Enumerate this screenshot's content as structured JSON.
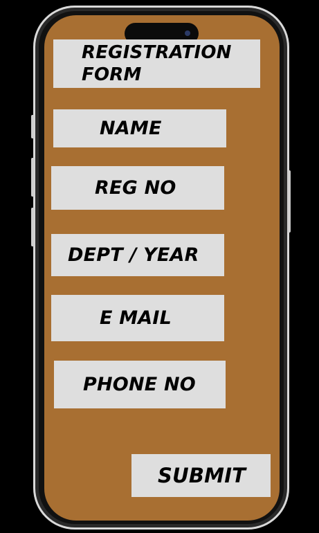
{
  "form": {
    "title": "REGISTRATION\nFORM",
    "fields": {
      "name": "NAME",
      "reg_no": "REG NO",
      "dept_year": "DEPT / YEAR",
      "email": "E MAIL",
      "phone": "PHONE NO"
    },
    "submit_label": "SUBMIT"
  },
  "colors": {
    "screen_bg": "#a86f32",
    "field_bg": "#dedede",
    "text": "#000000",
    "frame_bg": "#000000"
  },
  "icons": {
    "camera": "front-camera-icon"
  }
}
